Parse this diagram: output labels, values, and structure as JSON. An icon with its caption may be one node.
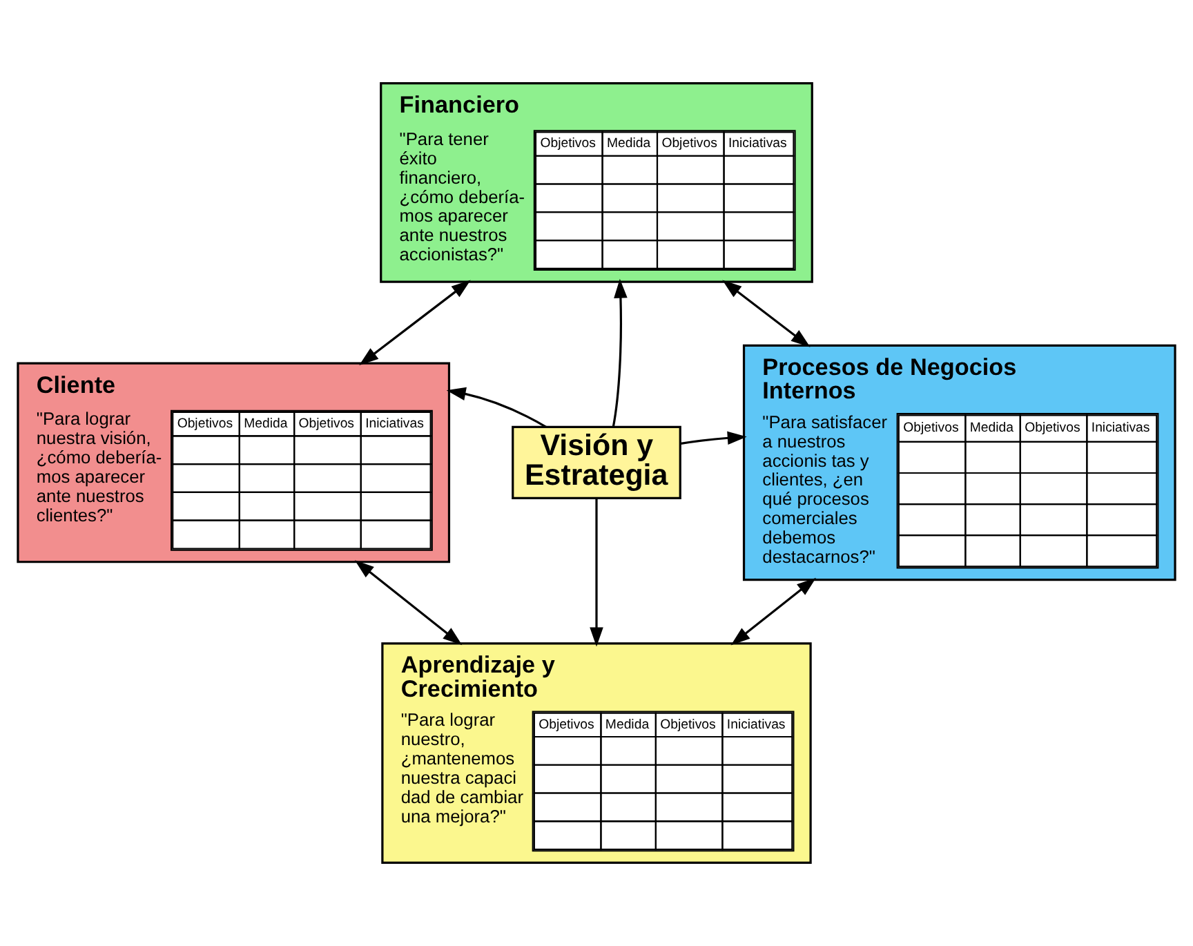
{
  "diagram": {
    "nodes": [
      {
        "text": [
          "Financiero",
          "\"Para tener éxito financiero, ¿cómo debería- mos aparecer ante nuestros accionistas?\"",
          "Objetivos",
          "Medida",
          "Objetivos",
          "Iniciativas"
        ]
      },
      {
        "text": [
          "Cliente",
          "\"Para lograr nuestra visión, ¿cómo debería- mos aparecer ante nuestros clientes?\"",
          "Objetivos",
          "Medida",
          "Objetivos",
          "Iniciativas"
        ]
      },
      {
        "text": [
          "Visión y Estrategia"
        ]
      },
      {
        "text": [
          "Procesos de Negocios Internos",
          "\"Para satisfacer a nuestros accionis tas y clientes, ¿en qué procesos comerciales debemos destacarnos?\"",
          "Objetivos",
          "Medida",
          "Objetivos",
          "Iniciativas"
        ]
      },
      {
        "text": [
          "Aprendizaje y Crecimiento",
          "\"Para lograr nuestro, ¿mantenemos nuestra capaci dad de cambiar una mejora?\"",
          "Objetivos",
          "Medida",
          "Objetivos",
          "Iniciativas"
        ]
      }
    ],
    "edges": [
      {
        "from": 2,
        "to": 0,
        "arrow": "to"
      },
      {
        "from": 2,
        "to": 1,
        "arrow": "to"
      },
      {
        "from": 2,
        "to": 3,
        "arrow": "to"
      },
      {
        "from": 2,
        "to": 4,
        "arrow": "to"
      },
      {
        "from": 0,
        "to": 3,
        "arrow": "both"
      },
      {
        "from": 3,
        "to": 4,
        "arrow": "both"
      },
      {
        "from": 4,
        "to": 1,
        "arrow": "both"
      },
      {
        "from": 1,
        "to": 0,
        "arrow": "both"
      }
    ]
  }
}
